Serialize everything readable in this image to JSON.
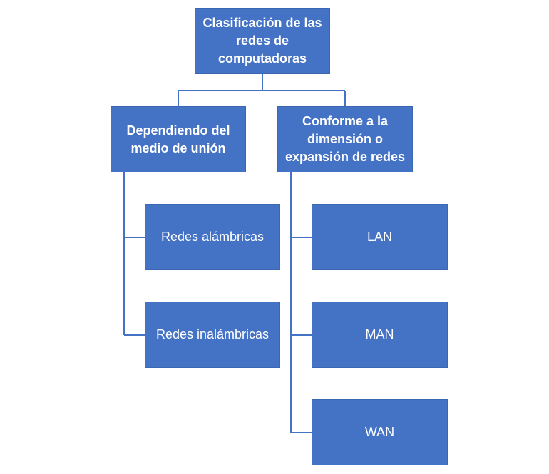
{
  "diagram": {
    "root": "Clasificación de las redes de computadoras",
    "branches": [
      {
        "label": "Dependiendo del medio de unión",
        "children": [
          "Redes alámbricas",
          "Redes inalámbricas"
        ]
      },
      {
        "label": "Conforme a la dimensión o expansión de redes",
        "children": [
          "LAN",
          "MAN",
          "WAN"
        ]
      }
    ]
  },
  "colors": {
    "box_fill": "#4472c4",
    "connector": "#4472c4",
    "text": "#ffffff"
  }
}
